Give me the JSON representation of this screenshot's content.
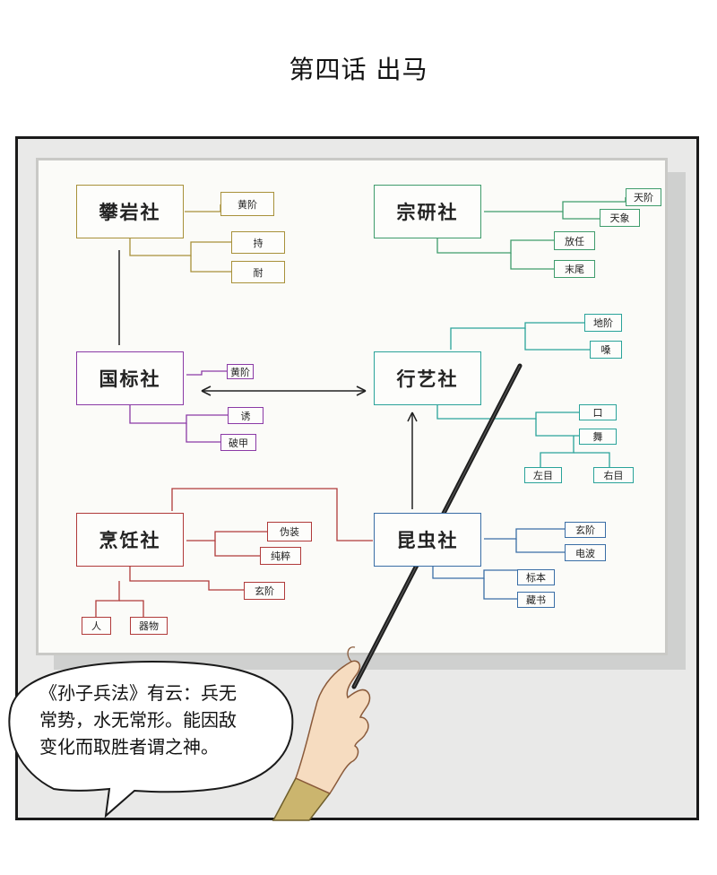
{
  "chapter_title": "第四话 出马",
  "speech": {
    "line1": "《孙子兵法》有云：兵无",
    "line2": "常势，水无常形。能因敌",
    "line3": "变化而取胜者谓之神。"
  },
  "clubs": {
    "panyan": {
      "name": "攀岩社",
      "subs": [
        "黄阶",
        "持",
        "耐"
      ]
    },
    "zongyan": {
      "name": "宗研社",
      "subs": [
        "天阶",
        "天象",
        "放任",
        "末尾"
      ]
    },
    "guobiao": {
      "name": "国标社",
      "subs": [
        "黄阶",
        "诱",
        "破甲"
      ]
    },
    "xingyi": {
      "name": "行艺社",
      "subs": [
        "地阶",
        "嗓",
        "口",
        "舞",
        "左目",
        "右目"
      ]
    },
    "pengren": {
      "name": "烹饪社",
      "subs": [
        "伪装",
        "纯粹",
        "玄阶",
        "人",
        "器物"
      ]
    },
    "kunchong": {
      "name": "昆虫社",
      "subs": [
        "玄阶",
        "电波",
        "标本",
        "藏书"
      ]
    }
  },
  "colors": {
    "panyan": "#a8913a",
    "zongyan": "#3f9c6c",
    "guobiao": "#8b3aa6",
    "xingyi": "#2aa39a",
    "pengren": "#b03a3a",
    "kunchong": "#3a6ea6",
    "skin": "#f6dcc0",
    "sleeve": "#cbb56e"
  }
}
